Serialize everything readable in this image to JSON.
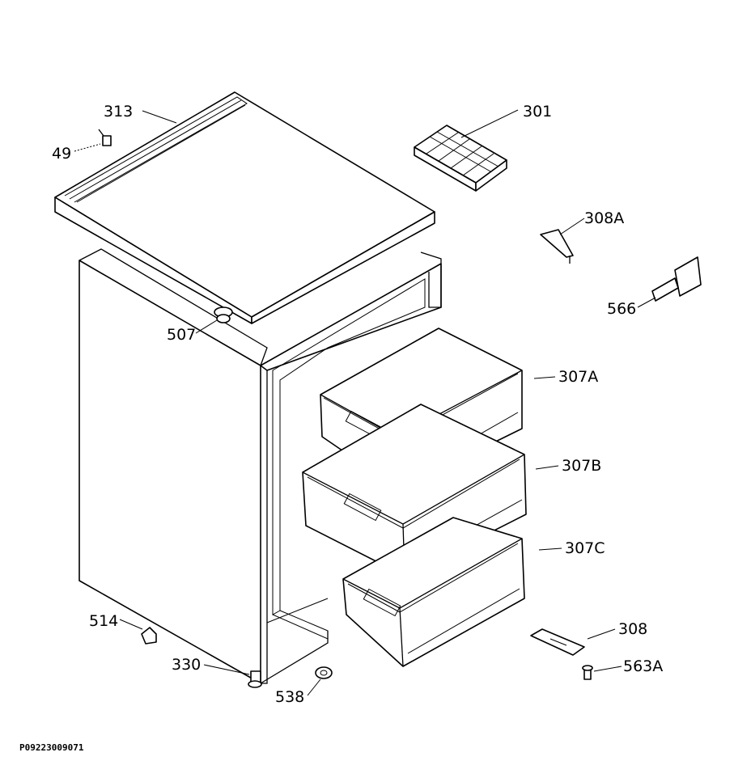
{
  "labels": {
    "l313": "313",
    "l49": "49",
    "l301": "301",
    "l308a": "308A",
    "l566": "566",
    "l507": "507",
    "l307a": "307A",
    "l307b": "307B",
    "l307c": "307C",
    "l514": "514",
    "l330": "330",
    "l538": "538",
    "l308": "308",
    "l563a": "563A"
  },
  "reference_code": "P09223009071"
}
